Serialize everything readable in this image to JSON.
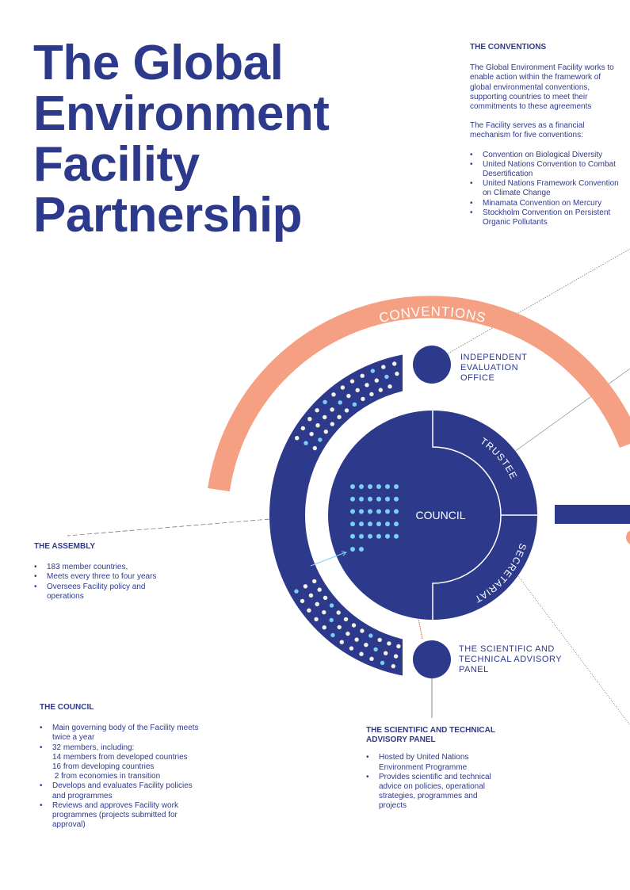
{
  "title": [
    "The Global",
    "Environment",
    "Facility",
    "Partnership"
  ],
  "conventions": {
    "heading": "THE CONVENTIONS",
    "intro": "The Global Environment Facility works to enable action within the framework of global environmental conventions, supporting countries to meet their commitments to these agreements",
    "lead": "The Facility serves as a financial mechanism for five conventions:",
    "items": [
      "Convention on Biological Diversity",
      "United Nations Convention to Combat Desertification",
      "United Nations Framework Convention on Climate Change",
      "Minamata Convention on Mercury",
      "Stockholm Convention on Persistent Organic Pollutants"
    ]
  },
  "diagram": {
    "conventions_label": "CONVENTIONS",
    "assembly_label": "ASSEMBLY",
    "council_label": "COUNCIL",
    "trustee_label": "TRUSTEE",
    "secretariat_label": "SECRETARIAT",
    "ieo_label": "INDEPENDENT\nEVALUATION\nOFFICE",
    "stap_label": "THE SCIENTIFIC AND\nTECHNICAL ADVISORY\nPANEL",
    "colors": {
      "navy": "#2d3a8c",
      "salmon": "#f5a083",
      "light_blue": "#7dd0f5",
      "cream": "#f3f4e4"
    }
  },
  "assembly": {
    "heading": "THE ASSEMBLY",
    "items": [
      "183 member countries,",
      "Meets every three to four years",
      "Oversees Facility policy and operations"
    ]
  },
  "council": {
    "heading": "THE COUNCIL",
    "items": [
      "Main governing body of the Facility meets twice a year",
      "32 members, including:\n14 members from developed countries\n16 from developing countries\n 2 from economies in transition",
      "Develops and evaluates Facility policies and programmes",
      "Reviews and approves Facility work programmes (projects submitted for approval)"
    ]
  },
  "stap": {
    "heading": "THE SCIENTIFIC AND TECHNICAL ADVISORY PANEL",
    "items": [
      "Hosted by United Nations Environment Programme",
      "Provides scientific and technical advice on policies, operational strategies, programmes and projects"
    ]
  }
}
